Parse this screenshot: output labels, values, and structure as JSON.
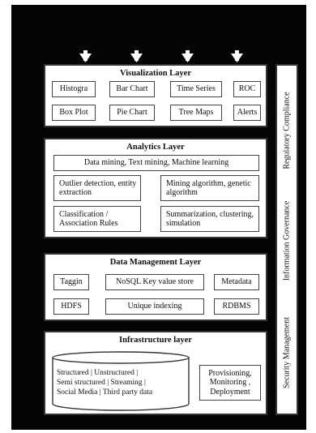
{
  "visualization": {
    "title": "Visualization Layer",
    "items": [
      "Histogra",
      "Bar Chart",
      "Time Series",
      "ROC",
      "Box Plot",
      "Pie Chart",
      "Tree Maps",
      "Alerts"
    ]
  },
  "analytics": {
    "title": "Analytics Layer",
    "top": "Data mining, Text mining, Machine learning",
    "outlier": "Outlier detection, entity extraction",
    "mining": "Mining algorithm, genetic algorithm",
    "classification": "Classification / Association Rules",
    "summarization": "Summarization, clustering, simulation"
  },
  "data_management": {
    "title": "Data Management Layer",
    "tagging": "Taggin",
    "nosql": "NoSQL Key value store",
    "metadata": "Metadata",
    "hdfs": "HDFS",
    "indexing": "Unique indexing",
    "rdbms": "RDBMS"
  },
  "infrastructure": {
    "title": "Infrastructure layer",
    "cylinder_lines": [
      "Structured  |  Unstructured  |",
      "Semi structured | Streaming  |",
      "Social Media | Third party data"
    ],
    "provisioning": "Provisioning, Monitoring , Deployment"
  },
  "sidebar": {
    "regulatory": "Regulatory Compliance",
    "governance": "Information Governance",
    "security": "Security Management"
  },
  "colors": {
    "background": "#050505",
    "panel": "#ffffff",
    "border": "#333333"
  }
}
